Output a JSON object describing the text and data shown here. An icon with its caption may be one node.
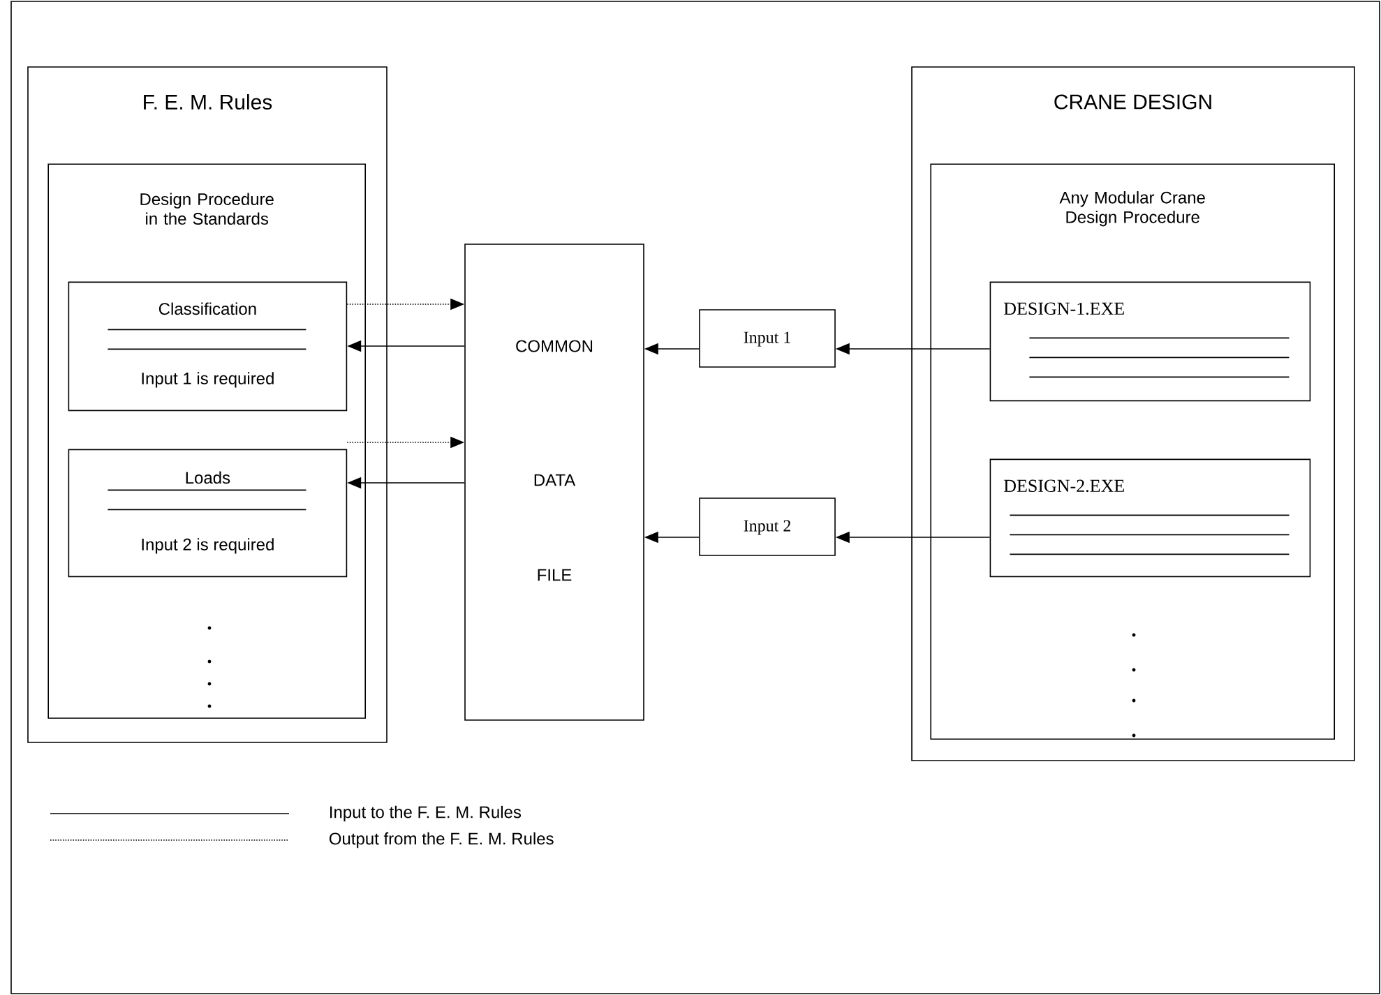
{
  "diagram": {
    "nodes": [
      {
        "text": [
          "F. E. M. Rules"
        ]
      },
      {
        "text": [
          "Design Procedure in the Standards"
        ],
        "in": 0
      },
      {
        "text": [
          "Classification",
          "Input 1 is required"
        ],
        "in": 1
      },
      {
        "text": [
          "Loads",
          "Input 2 is required"
        ],
        "in": 1
      },
      {
        "text": [
          "COMMON",
          "DATA",
          "FILE"
        ]
      },
      {
        "text": [
          "Input 1"
        ]
      },
      {
        "text": [
          "Input 2"
        ]
      },
      {
        "text": [
          "CRANE DESIGN"
        ]
      },
      {
        "text": [
          "Any Modular Crane Design Procedure"
        ],
        "in": 7
      },
      {
        "text": [
          "DESIGN-1.EXE"
        ],
        "in": 8
      },
      {
        "text": [
          "DESIGN-2.EXE"
        ],
        "in": 8
      }
    ],
    "edges": [
      {
        "from": 2,
        "to": 4,
        "arrow": "to",
        "style": "dashed"
      },
      {
        "from": 4,
        "to": 2,
        "arrow": "to"
      },
      {
        "from": 3,
        "to": 4,
        "arrow": "to",
        "style": "dashed"
      },
      {
        "from": 4,
        "to": 3,
        "arrow": "to"
      },
      {
        "from": 5,
        "to": 4,
        "arrow": "to"
      },
      {
        "from": 9,
        "to": 5,
        "arrow": "to"
      },
      {
        "from": 6,
        "to": 4,
        "arrow": "to"
      },
      {
        "from": 10,
        "to": 6,
        "arrow": "to"
      }
    ],
    "legend": [
      {
        "text": "Input to the F. E. M. Rules"
      },
      {
        "text": "Output from the F. E. M. Rules"
      }
    ]
  }
}
